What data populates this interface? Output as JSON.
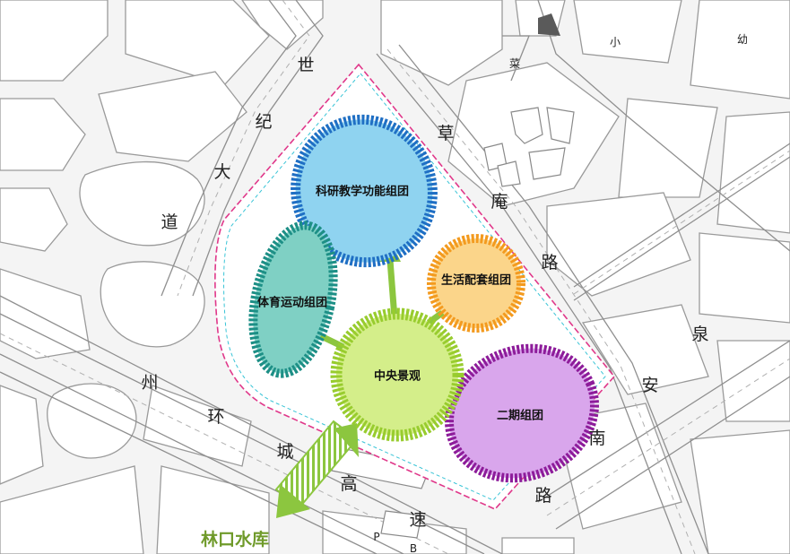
{
  "roads": {
    "century_avenue": [
      "世",
      "纪",
      "大",
      "道"
    ],
    "caoan_road": [
      "草",
      "庵",
      "路"
    ],
    "quanan_south_road": [
      "泉",
      "安",
      "南",
      "路"
    ],
    "ring_expressway": [
      "州",
      "环",
      "城",
      "高",
      "速"
    ]
  },
  "small_labels": {
    "xiao": "小",
    "you": "幼",
    "cai": "菜",
    "p": "P",
    "b": "B"
  },
  "zones": {
    "research_teaching": "科研教学功能组团",
    "sports": "体育运动组团",
    "living_support": "生活配套组团",
    "central_landscape": "中央景观",
    "phase_two": "二期组团"
  },
  "reservoir": "林口水库",
  "colors": {
    "research_fill": "#8fd3f0",
    "research_ring": "#1f6fc4",
    "sports_fill": "#7fd0c4",
    "sports_ring": "#1d8f86",
    "living_fill": "#fbd58a",
    "living_ring": "#f39a1e",
    "central_fill": "#d4ee8a",
    "central_ring": "#98cc2e",
    "phase_two_fill": "#d9a6ec",
    "phase_two_ring": "#8d1c9a",
    "arrow": "#8cc63f",
    "site_boundary": "#e0388a",
    "site_inner": "#39c4d6",
    "reservoir_text": "#6f9a2a"
  }
}
